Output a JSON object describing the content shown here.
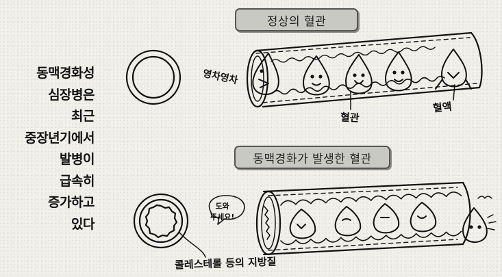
{
  "side_text": {
    "lines": [
      "동맥경화성",
      "심장병은",
      "최근",
      "중장년기에서",
      "발병이",
      "급속히",
      "증가하고",
      "있다"
    ]
  },
  "banners": {
    "normal": "정상의 혈관",
    "diseased": "동맥경화가 발생한 혈관"
  },
  "labels": {
    "shout": "영차영차",
    "vessel": "혈관",
    "blood": "혈액",
    "help_line1": "도와",
    "help_line2": "주세요!",
    "cholesterol": "콜레스테롤 등의 지방질"
  },
  "colors": {
    "ink": "#111111",
    "banner_fill": "#c9c9c4",
    "background": "#f1f0ea"
  }
}
